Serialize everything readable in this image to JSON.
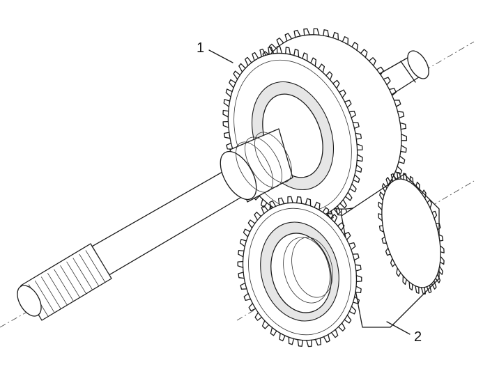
{
  "diagram": {
    "callouts": [
      {
        "id": "1",
        "label": "1"
      },
      {
        "id": "2",
        "label": "2"
      }
    ],
    "colors": {
      "line": "#1a1a1a",
      "shade": "#e6e6e6",
      "background": "#ffffff"
    }
  }
}
